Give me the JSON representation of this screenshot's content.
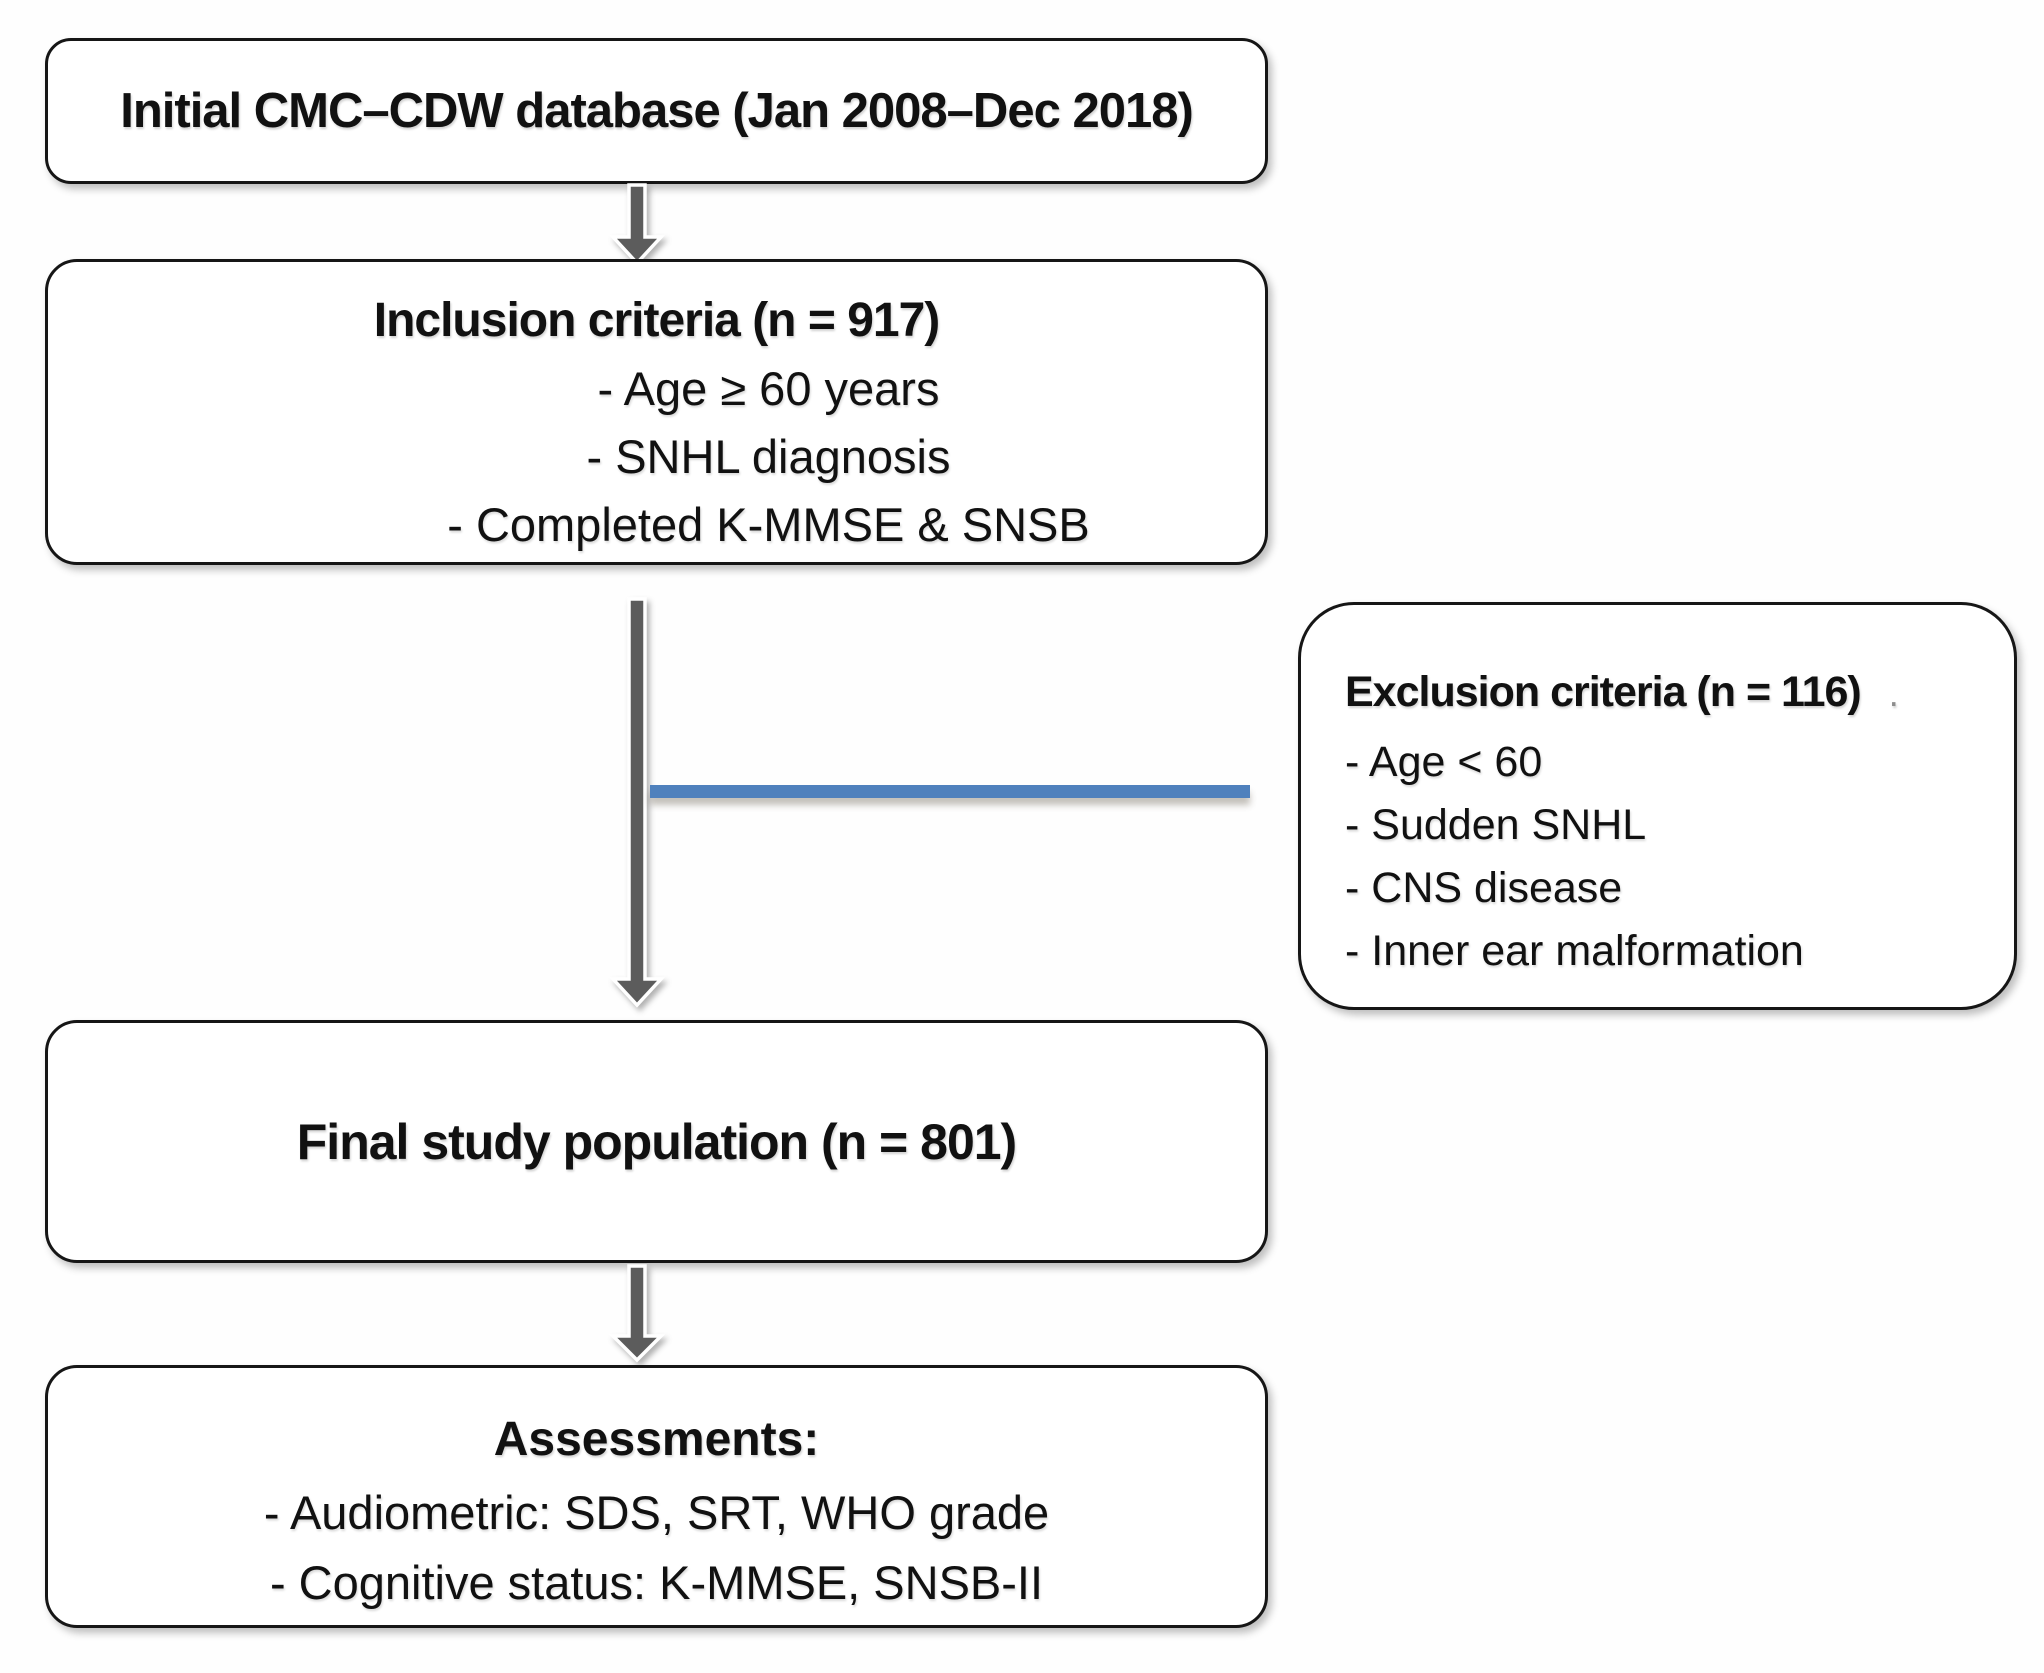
{
  "figure": {
    "type": "flowchart",
    "colors": {
      "box_border": "#161616",
      "text": "#111111",
      "arrow_fill": "#5c5c5c",
      "connector_blue": "#4f81bd",
      "background": "#ffffff"
    },
    "boxes": {
      "database": {
        "title": "Initial CMC–CDW database (Jan 2008–Dec 2018)"
      },
      "inclusion": {
        "title": "Inclusion criteria (n = 917)",
        "items": [
          "- Age ≥ 60 years",
          "- SNHL diagnosis",
          "- Completed K-MMSE & SNSB"
        ]
      },
      "exclusion": {
        "title": "Exclusion criteria (n = 116)",
        "stray_mark": ".",
        "items": [
          "- Age < 60",
          "- Sudden SNHL",
          "- CNS disease",
          "- Inner ear malformation"
        ]
      },
      "final": {
        "title": "Final study population (n = 801)"
      },
      "assessments": {
        "title": "Assessments:",
        "items": [
          "- Audiometric: SDS, SRT, WHO grade",
          "- Cognitive status: K-MMSE, SNSB-II"
        ]
      }
    }
  }
}
